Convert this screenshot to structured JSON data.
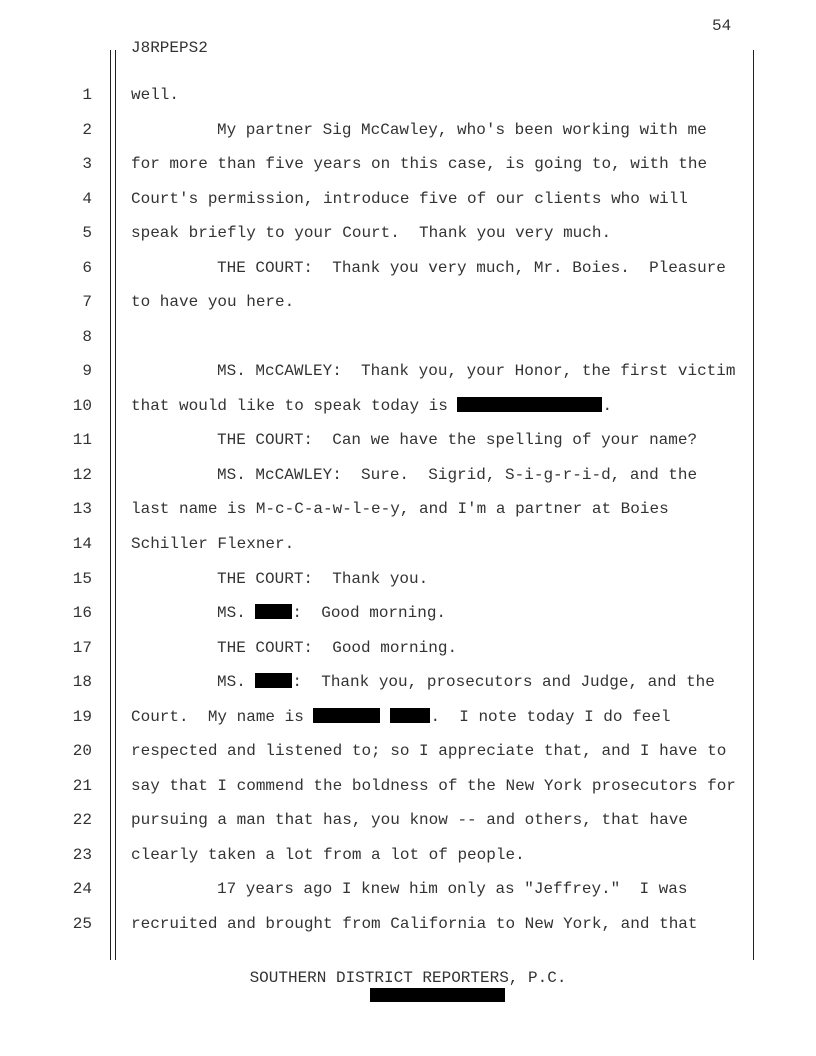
{
  "header": {
    "page_number": "54",
    "case_id": "J8RPEPS2"
  },
  "footer": {
    "reporter": "SOUTHERN DISTRICT REPORTERS, P.C."
  },
  "lines": [
    {
      "num": "1",
      "indent": false,
      "segments": [
        "well."
      ]
    },
    {
      "num": "2",
      "indent": true,
      "segments": [
        "My partner Sig McCawley, who's been working with me"
      ]
    },
    {
      "num": "3",
      "indent": false,
      "segments": [
        "for more than five years on this case, is going to, with the"
      ]
    },
    {
      "num": "4",
      "indent": false,
      "segments": [
        "Court's permission, introduce five of our clients who will"
      ]
    },
    {
      "num": "5",
      "indent": false,
      "segments": [
        "speak briefly to your Court.  Thank you very much."
      ]
    },
    {
      "num": "6",
      "indent": true,
      "segments": [
        "THE COURT:  Thank you very much, Mr. Boies.  Pleasure"
      ]
    },
    {
      "num": "7",
      "indent": false,
      "segments": [
        "to have you here."
      ]
    },
    {
      "num": "8",
      "indent": false,
      "segments": [
        ""
      ]
    },
    {
      "num": "9",
      "indent": true,
      "segments": [
        "MS. McCAWLEY:  Thank you, your Honor, the first victim"
      ]
    },
    {
      "num": "10",
      "indent": false,
      "segments": [
        "that would like to speak today is ",
        {
          "redacted": "r-name-full"
        },
        "."
      ]
    },
    {
      "num": "11",
      "indent": true,
      "segments": [
        "THE COURT:  Can we have the spelling of your name?"
      ]
    },
    {
      "num": "12",
      "indent": true,
      "segments": [
        "MS. McCAWLEY:  Sure.  Sigrid, S-i-g-r-i-d, and the"
      ]
    },
    {
      "num": "13",
      "indent": false,
      "segments": [
        "last name is M-c-C-a-w-l-e-y, and I'm a partner at Boies"
      ]
    },
    {
      "num": "14",
      "indent": false,
      "segments": [
        "Schiller Flexner."
      ]
    },
    {
      "num": "15",
      "indent": true,
      "segments": [
        "THE COURT:  Thank you."
      ]
    },
    {
      "num": "16",
      "indent": true,
      "segments": [
        "MS. ",
        {
          "redacted": "r-surname"
        },
        ":  Good morning."
      ]
    },
    {
      "num": "17",
      "indent": true,
      "segments": [
        "THE COURT:  Good morning."
      ]
    },
    {
      "num": "18",
      "indent": true,
      "segments": [
        "MS. ",
        {
          "redacted": "r-surname"
        },
        ":  Thank you, prosecutors and Judge, and the"
      ]
    },
    {
      "num": "19",
      "indent": false,
      "segments": [
        "Court.  My name is ",
        {
          "redacted": "r-first"
        },
        {
          "redacted": "r-last"
        },
        ".  I note today I do feel"
      ]
    },
    {
      "num": "20",
      "indent": false,
      "segments": [
        "respected and listened to; so I appreciate that, and I have to"
      ]
    },
    {
      "num": "21",
      "indent": false,
      "segments": [
        "say that I commend the boldness of the New York prosecutors for"
      ]
    },
    {
      "num": "22",
      "indent": false,
      "segments": [
        "pursuing a man that has, you know -- and others, that have"
      ]
    },
    {
      "num": "23",
      "indent": false,
      "segments": [
        "clearly taken a lot from a lot of people."
      ]
    },
    {
      "num": "24",
      "indent": true,
      "segments": [
        "17 years ago I knew him only as \"Jeffrey.\"  I was"
      ]
    },
    {
      "num": "25",
      "indent": false,
      "segments": [
        "recruited and brought from California to New York, and that"
      ]
    }
  ]
}
